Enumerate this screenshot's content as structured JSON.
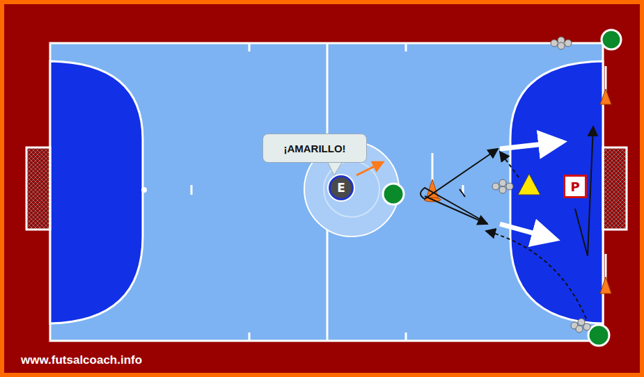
{
  "diagram": {
    "nodes": [
      {
        "text": [
          "¡AMARILLO!"
        ]
      },
      {
        "text": [
          "E"
        ]
      },
      {
        "text": [
          "P"
        ]
      }
    ],
    "labels": [
      "www.futsalcoach.info"
    ]
  }
}
